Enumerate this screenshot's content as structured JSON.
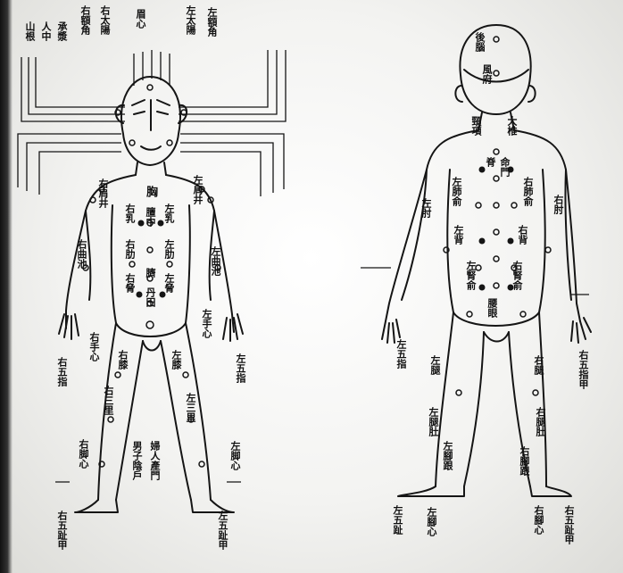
{
  "front": {
    "head_labels": [
      "右額角",
      "右太陽",
      "眉心",
      "左太陽",
      "左額角"
    ],
    "face_labels": [
      "山根",
      "人中",
      "承漿"
    ],
    "chest_center": [
      "胸",
      "膻中",
      "臍",
      "丹田"
    ],
    "chest_left": [
      "左乳",
      "左肋",
      "左脅"
    ],
    "chest_right": [
      "右乳",
      "右肋",
      "右脅"
    ],
    "arm_right": [
      "右肩井",
      "右曲池",
      "右手心",
      "右五指"
    ],
    "arm_left": [
      "左肩井",
      "左曲池",
      "左手心",
      "左五指"
    ],
    "leg_right": [
      "右膝",
      "右三里",
      "右脚心",
      "右五趾甲"
    ],
    "leg_left": [
      "左膝",
      "左三里",
      "左脚心",
      "左五趾甲"
    ],
    "bottom_center": [
      "婦人產門",
      "男子陰戶"
    ]
  },
  "back": {
    "head_labels": [
      "後腦",
      "風府"
    ],
    "neck_labels": [
      "頸項",
      "大椎"
    ],
    "spine_labels": [
      "脊",
      "命門",
      "腰眼"
    ],
    "back_left": [
      "左肺俞",
      "左背",
      "左腎俞"
    ],
    "back_right": [
      "右肺俞",
      "右背",
      "右腎俞"
    ],
    "arm_left": [
      "左肘",
      "左五指"
    ],
    "arm_right": [
      "右肘",
      "右五指甲"
    ],
    "leg_left": [
      "左腿",
      "左腿肚",
      "左腳跟"
    ],
    "leg_right": [
      "右腿",
      "右腿肚",
      "右腳跟"
    ],
    "bottom_labels": [
      "左五趾",
      "左腳心",
      "右腳心",
      "右五趾甲"
    ]
  }
}
